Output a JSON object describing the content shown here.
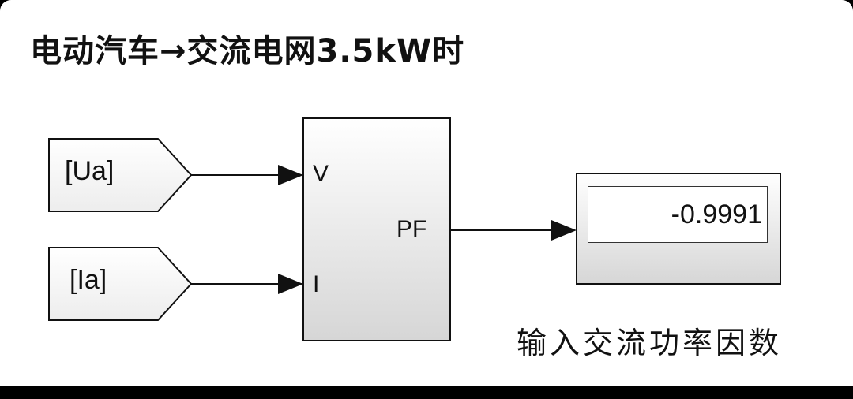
{
  "title": "电动汽车→交流电网3.5kW时",
  "blocks": {
    "from_ua": {
      "tag": "[Ua]"
    },
    "from_ia": {
      "tag": "[Ia]"
    },
    "pf_block": {
      "inputs": [
        "V",
        "I"
      ],
      "output": "PF"
    },
    "display": {
      "value": "-0.9991"
    }
  },
  "caption": "输入交流功率因数",
  "colors": {
    "background": "#ffffff",
    "frame": "#000000",
    "line": "#111111",
    "block_gradient_top": "#ffffff",
    "block_gradient_bottom": "#d8d8d8"
  }
}
